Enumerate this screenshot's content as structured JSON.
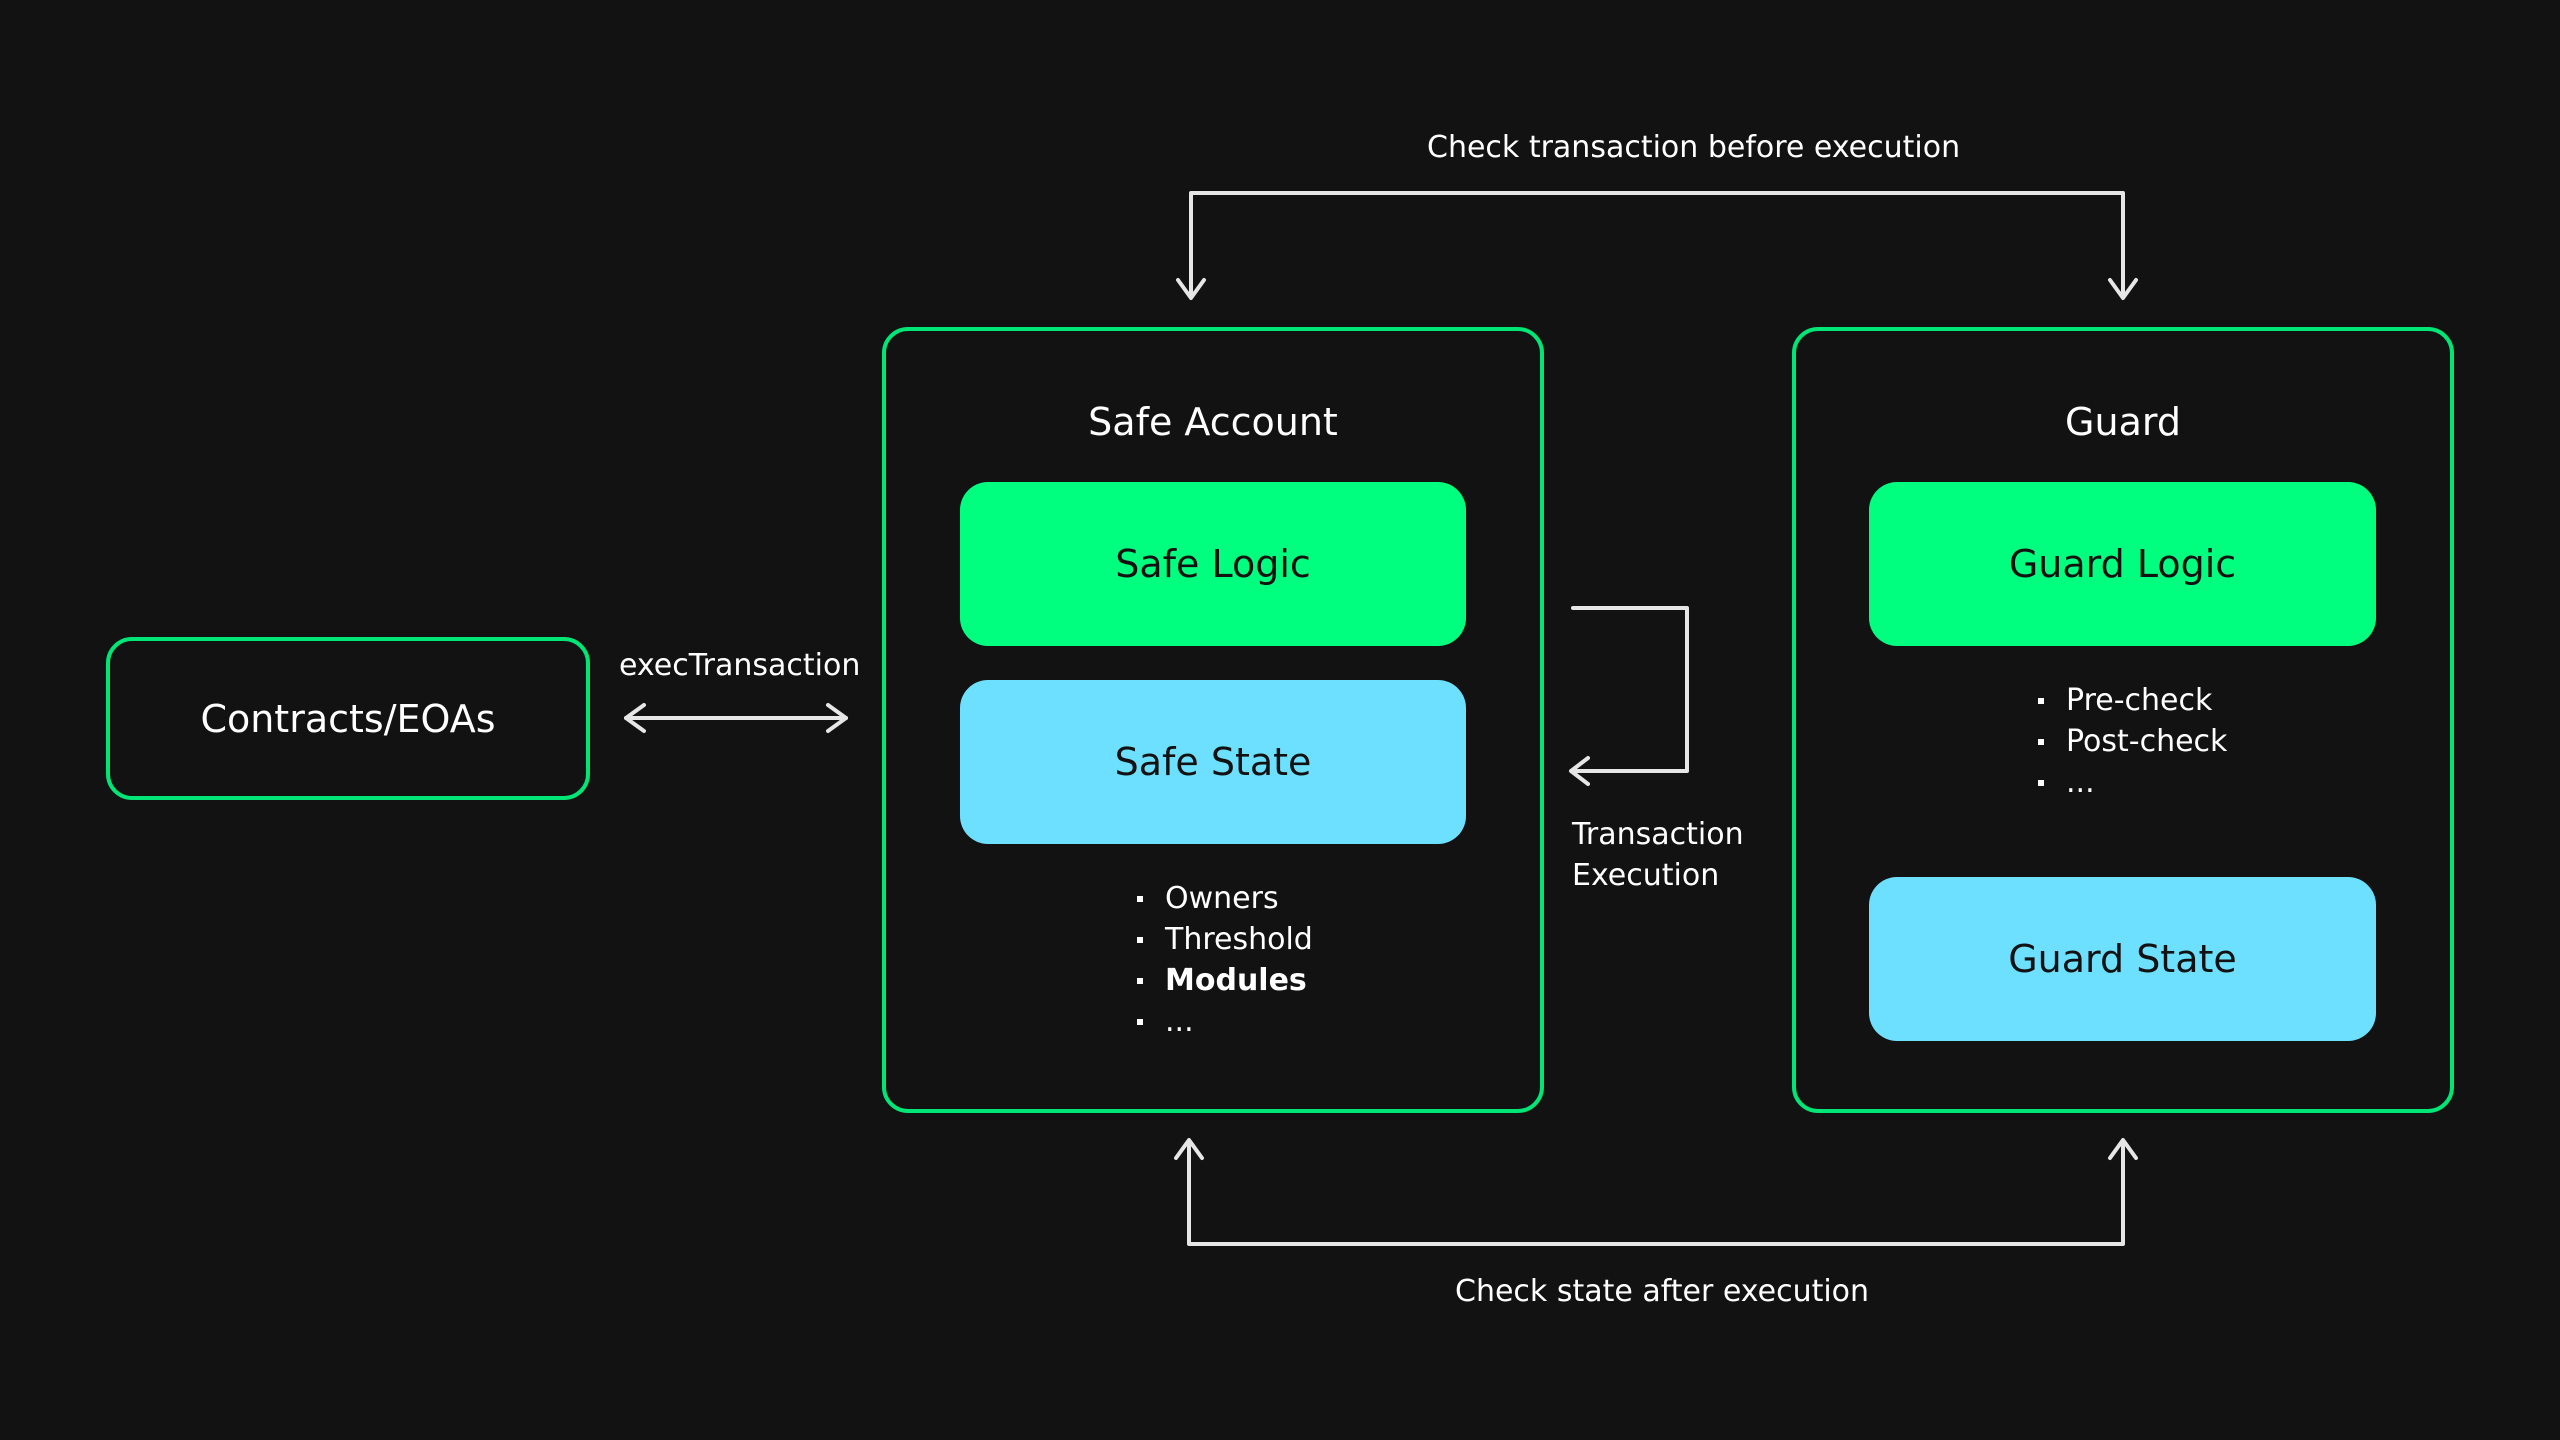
{
  "contracts": {
    "label": "Contracts/EOAs"
  },
  "exec_label": "execTransaction",
  "top_label": "Check transaction before execution",
  "bottom_label": "Check state after execution",
  "tx_execution": {
    "line1": "Transaction",
    "line2": "Execution"
  },
  "safe_account": {
    "title": "Safe Account",
    "logic": "Safe Logic",
    "state": "Safe State",
    "items": [
      "Owners",
      "Threshold",
      "Modules",
      "..."
    ]
  },
  "guard": {
    "title": "Guard",
    "logic": "Guard Logic",
    "state": "Guard State",
    "items": [
      "Pre-check",
      "Post-check",
      "..."
    ]
  },
  "colors": {
    "background": "#121212",
    "border_green": "#00e676",
    "logic_green": "#00ff7f",
    "state_blue": "#6ee0ff"
  }
}
